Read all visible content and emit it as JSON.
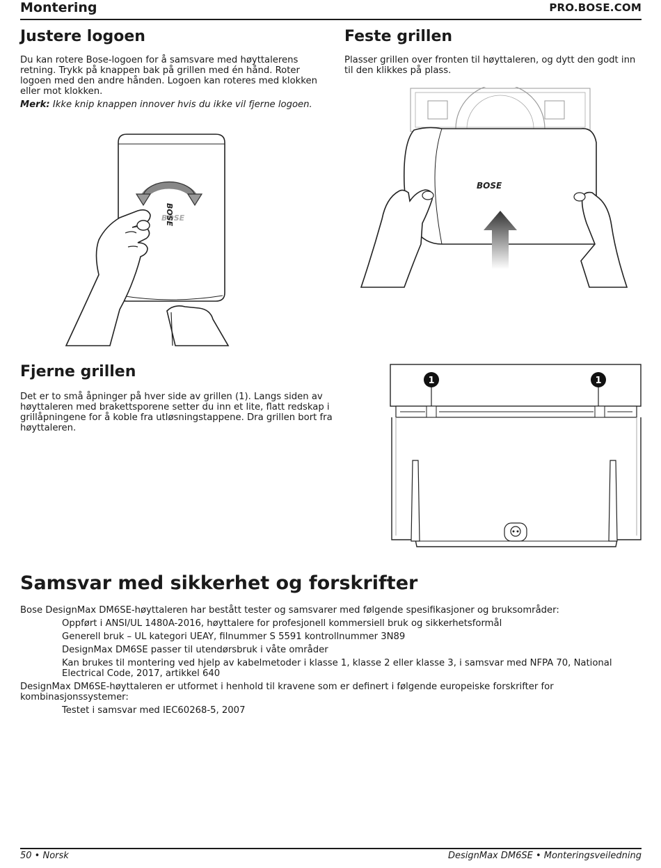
{
  "header": {
    "section": "Montering",
    "site": "PRO.BOSE.COM"
  },
  "adjust_logo": {
    "title": "Justere logoen",
    "text": "Du kan rotere Bose-logoen for å samsvare med høyttalerens retning. Trykk på knappen bak på grillen med én hånd. Roter logoen med den andre hånden. Logoen kan roteres med klokken eller mot klokken.",
    "note_label": "Merk:",
    "note_text": "Ikke knip knappen innover hvis du ikke vil fjerne logoen."
  },
  "attach_grille": {
    "title": "Feste grillen",
    "text": "Plasser grillen over fronten til høyttaleren, og dytt den godt inn til den klikkes på plass."
  },
  "remove_grille": {
    "title": "Fjerne grillen",
    "text": "Det er to små åpninger på hver side av grillen (1). Langs siden av høyttaleren med brakettsporene setter du inn et lite, flatt redskap i grillåpningene for å koble fra utløsningstappene. Dra grillen bort fra høyttaleren.",
    "callout_1": "1",
    "callout_2": "1"
  },
  "logo_text": "BOSE",
  "compliance": {
    "title": "Samsvar med sikkerhet og forskrifter",
    "intro": "Bose DesignMax DM6SE-høyttaleren har bestått tester og samsvarer med følgende spesifikasjoner og bruksområder:",
    "items": [
      "Oppført i ANSI/UL 1480A-2016, høyttalere for profesjonell kommersiell bruk og sikkerhetsformål",
      "Generell bruk – UL kategori UEAY, filnummer S 5591 kontrollnummer 3N89",
      "DesignMax DM6SE passer til utendørsbruk i våte områder",
      "Kan brukes til montering ved hjelp av kabelmetoder i klasse 1, klasse 2 eller klasse 3, i samsvar med NFPA 70, National Electrical Code, 2017, artikkel 640"
    ],
    "eu_intro": "DesignMax DM6SE-høyttaleren er utformet i henhold til kravene som er definert i følgende europeiske forskrifter for kombinasjonssystemer:",
    "eu_items": [
      "Testet i samsvar med IEC60268-5, 2007"
    ]
  },
  "footer": {
    "page": "50 • Norsk",
    "doc": "DesignMax DM6SE • Monteringsveiledning"
  }
}
